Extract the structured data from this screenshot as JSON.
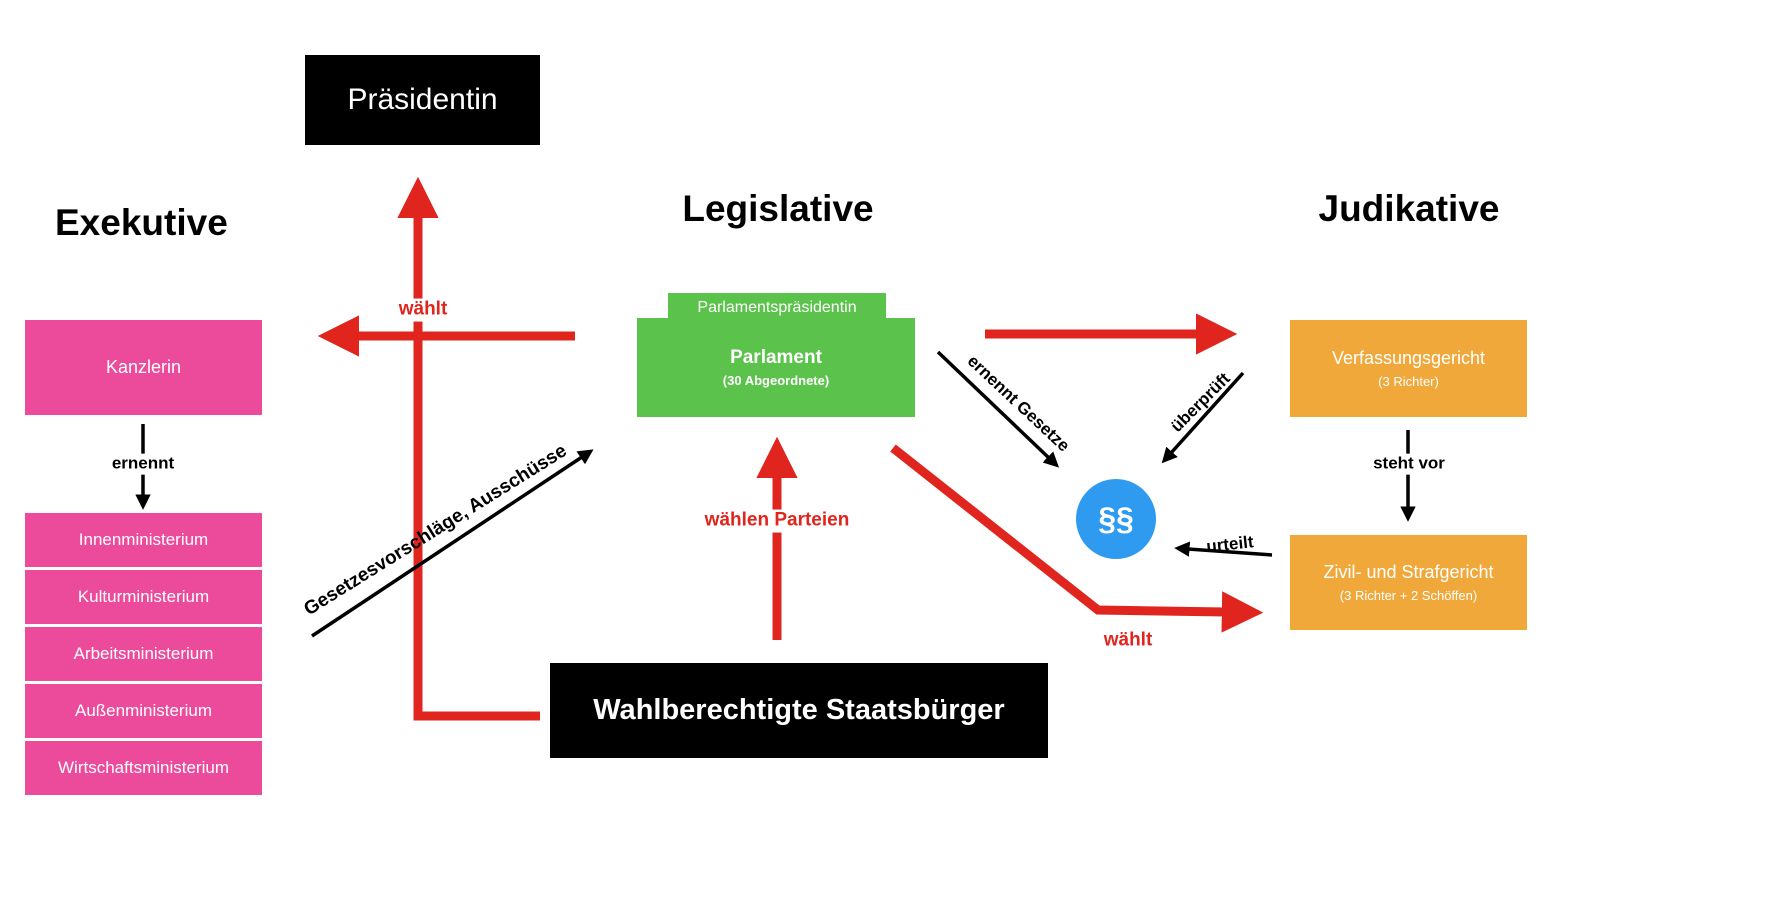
{
  "headings": {
    "exekutive": "Exekutive",
    "legislative": "Legislative",
    "judikative": "Judikative"
  },
  "boxes": {
    "praesidentin": "Präsidentin",
    "kanzlerin": "Kanzlerin",
    "ministries": [
      "Innenministerium",
      "Kulturministerium",
      "Arbeitsministerium",
      "Außenministerium",
      "Wirtschaftsministerium"
    ],
    "parlamentspraesidentin": "Parlamentspräsidentin",
    "parlament_title": "Parlament",
    "parlament_subtitle": "(30 Abgeordnete)",
    "verfassungsgericht_title": "Verfassungsgericht",
    "verfassungsgericht_subtitle": "(3 Richter)",
    "zivilgericht_title": "Zivil- und Strafgericht",
    "zivilgericht_subtitle": "(3 Richter + 2 Schöffen)",
    "wahlberechtigte": "Wahlberechtigte Staatsbürger",
    "paragraph_symbol": "§§"
  },
  "arrow_labels": {
    "waehlt_praesidentin": "wählt",
    "ernennt": "ernennt",
    "gesetzesvorschlaege": "Gesetzesvorschläge, Ausschüsse",
    "waehlen_parteien": "wählen Parteien",
    "ernennt_gesetze": "ernennt Gesetze",
    "ueberprueft": "überprüft",
    "urteilt": "urteilt",
    "steht_vor": "steht vor",
    "waehlt_gericht": "wählt"
  },
  "colors": {
    "pink": "#ec4b9c",
    "green": "#5bc34b",
    "orange": "#f0a83b",
    "blue": "#2e9bf1",
    "red": "#e0251e",
    "black": "#000000"
  }
}
